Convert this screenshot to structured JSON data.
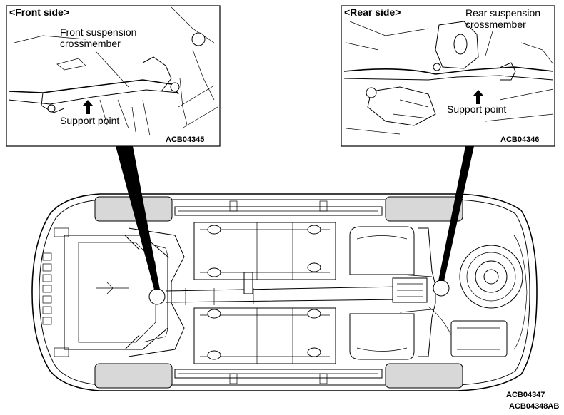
{
  "front_panel": {
    "title": "<Front side>",
    "part_label": [
      "Front suspension",
      "crossmember"
    ],
    "point_label": "Support point",
    "figure_code": "ACB04345"
  },
  "rear_panel": {
    "title": "<Rear side>",
    "part_label": [
      "Rear suspension",
      "crossmember"
    ],
    "point_label": "Support point",
    "figure_code": "ACB04346"
  },
  "main_figure": {
    "figure_code": "ACB04347",
    "composite_code": "ACB04348AB"
  }
}
